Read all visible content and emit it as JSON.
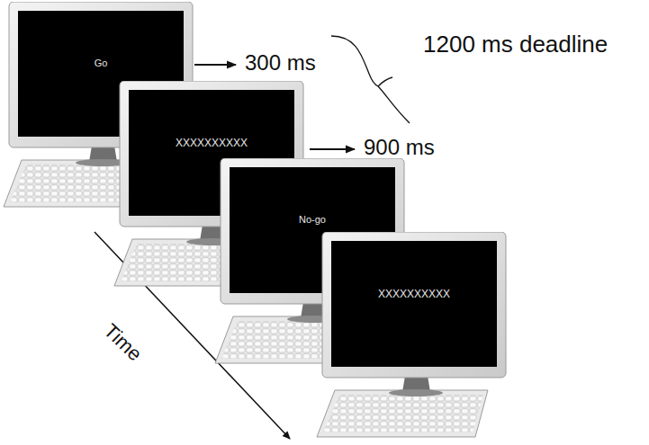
{
  "diagram": {
    "nodes": [
      {
        "text": [
          "Go"
        ]
      },
      {
        "text": [
          "XXXXXXXXXX"
        ]
      },
      {
        "text": [
          "No-go"
        ]
      },
      {
        "text": [
          "XXXXXXXXXX"
        ]
      }
    ],
    "labels": [
      "300 ms",
      "1200 ms deadline",
      "900 ms",
      "Time"
    ]
  }
}
